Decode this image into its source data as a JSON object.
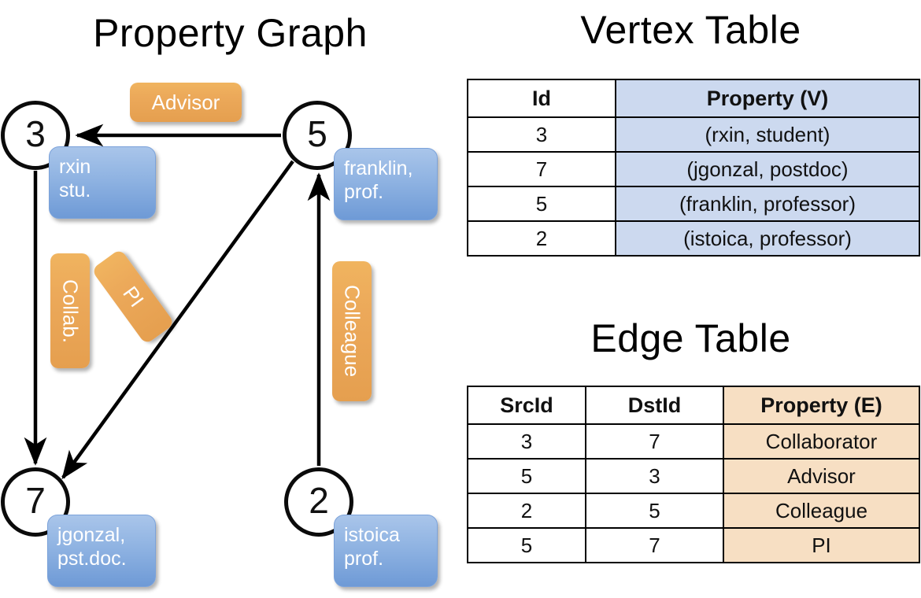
{
  "titles": {
    "property_graph": "Property Graph",
    "vertex_table": "Vertex Table",
    "edge_table": "Edge Table"
  },
  "colors": {
    "vertex_property_fill": "#ccd9ef",
    "edge_property_fill": "#f7dfc3",
    "node_property_box": "#8fb3e2",
    "edge_label_badge": "#eca95a",
    "stroke": "#000000"
  },
  "graph": {
    "nodes": [
      {
        "id": "3",
        "property": "rxin\nstu.",
        "prop_line1": "rxin",
        "prop_line2": "stu."
      },
      {
        "id": "5",
        "property": "franklin,\nprof.",
        "prop_line1": "franklin,",
        "prop_line2": "prof."
      },
      {
        "id": "7",
        "property": "jgonzal,\npst.doc.",
        "prop_line1": "jgonzal,",
        "prop_line2": "pst.doc."
      },
      {
        "id": "2",
        "property": "istoica\nprof.",
        "prop_line1": "istoica",
        "prop_line2": "prof."
      }
    ],
    "edge_labels": [
      {
        "name": "advisor",
        "text": "Advisor"
      },
      {
        "name": "collab",
        "text": "Collab."
      },
      {
        "name": "pi",
        "text": "PI"
      },
      {
        "name": "colleague",
        "text": "Colleague"
      }
    ],
    "edges": [
      {
        "from": "5",
        "to": "3",
        "label": "Advisor"
      },
      {
        "from": "3",
        "to": "7",
        "label": "Collab."
      },
      {
        "from": "5",
        "to": "7",
        "label": "PI"
      },
      {
        "from": "2",
        "to": "5",
        "label": "Colleague"
      }
    ]
  },
  "vertex_table": {
    "headers": [
      "Id",
      "Property (V)"
    ],
    "rows": [
      {
        "id": "3",
        "property": "(rxin, student)"
      },
      {
        "id": "7",
        "property": "(jgonzal, postdoc)"
      },
      {
        "id": "5",
        "property": "(franklin, professor)"
      },
      {
        "id": "2",
        "property": "(istoica, professor)"
      }
    ]
  },
  "edge_table": {
    "headers": [
      "SrcId",
      "DstId",
      "Property (E)"
    ],
    "rows": [
      {
        "src": "3",
        "dst": "7",
        "property": "Collaborator"
      },
      {
        "src": "5",
        "dst": "3",
        "property": "Advisor"
      },
      {
        "src": "2",
        "dst": "5",
        "property": "Colleague"
      },
      {
        "src": "5",
        "dst": "7",
        "property": "PI"
      }
    ]
  }
}
